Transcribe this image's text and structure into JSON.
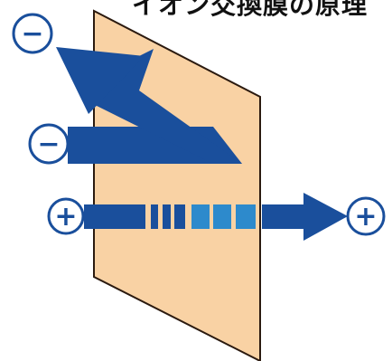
{
  "title": "イオン交換膜の原理",
  "ions": {
    "negative_symbol": "−",
    "positive_symbol": "+"
  },
  "colors": {
    "membrane_fill": "#F9D2A4",
    "membrane_stroke": "#2b1a0f",
    "arrow_dark": "#1A4F9C",
    "arrow_light": "#2D8ACC",
    "ion_stroke": "#1A4F9C",
    "ion_fill": "#FFFFFF"
  },
  "flows": {
    "anion": "rejected",
    "cation": "passes"
  }
}
